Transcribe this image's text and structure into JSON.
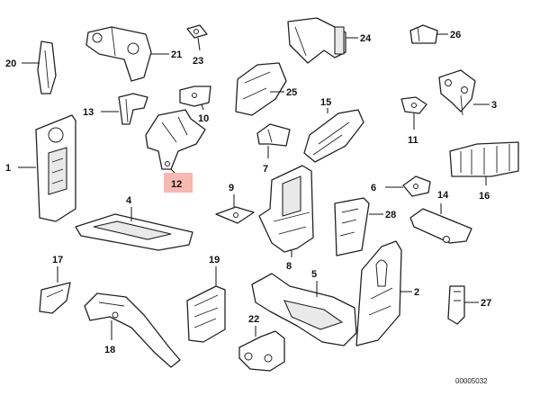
{
  "diagram": {
    "catalog_number": "00005032",
    "highlight_color": "#f6b8b0",
    "highlighted_label": "12",
    "labels": {
      "l1": "1",
      "l2": "2",
      "l3": "3",
      "l4": "4",
      "l5": "5",
      "l6": "6",
      "l7": "7",
      "l8": "8",
      "l9": "9",
      "l10": "10",
      "l11": "11",
      "l12": "12",
      "l13": "13",
      "l14": "14",
      "l15": "15",
      "l16": "16",
      "l17": "17",
      "l18": "18",
      "l19": "19",
      "l20": "20",
      "l21": "21",
      "l22": "22",
      "l23": "23",
      "l24": "24",
      "l25": "25",
      "l26": "26",
      "l27": "27",
      "l28": "28"
    }
  }
}
